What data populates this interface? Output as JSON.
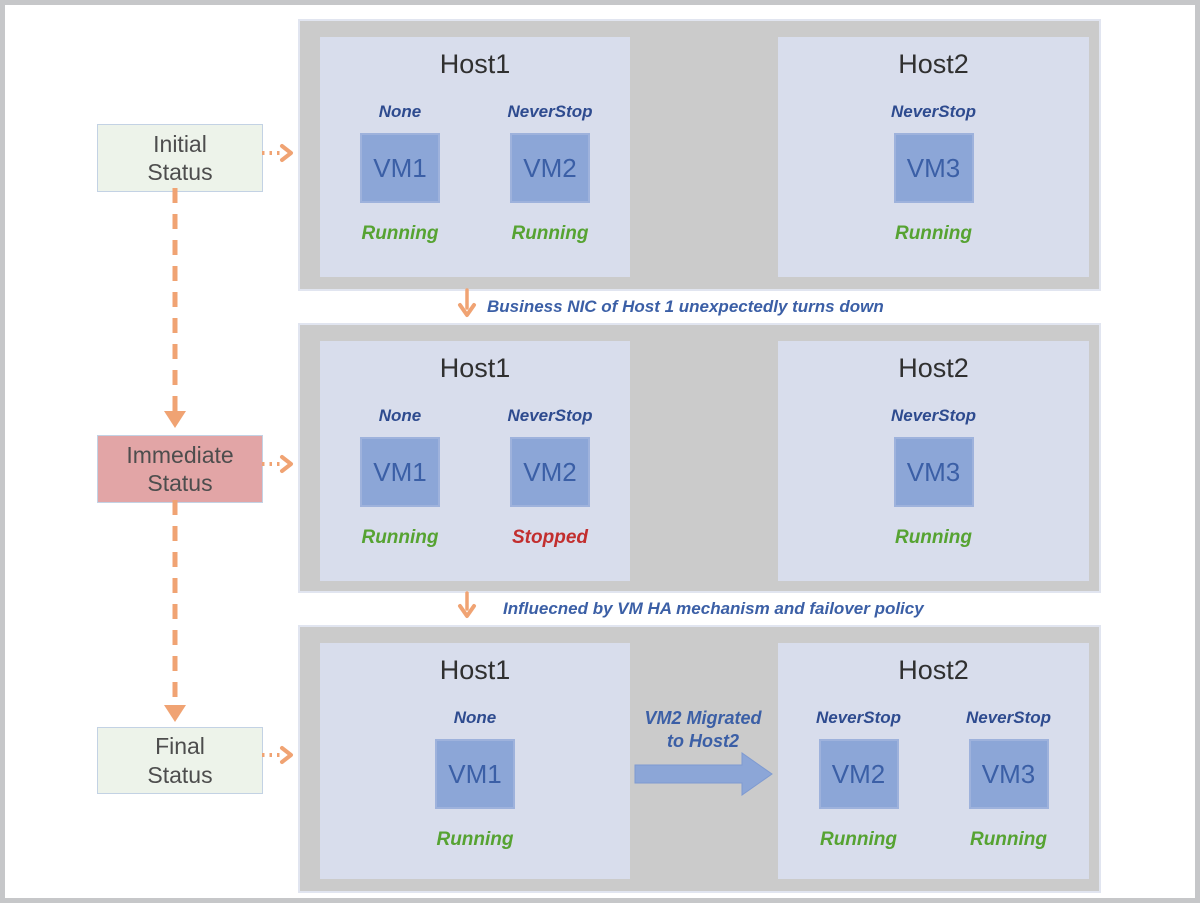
{
  "left_rail": {
    "items": [
      {
        "id": "initial",
        "label": "Initial\nStatus"
      },
      {
        "id": "immediate",
        "label": "Immediate\nStatus"
      },
      {
        "id": "final",
        "label": "Final\nStatus"
      }
    ]
  },
  "transitions": [
    {
      "text": "Business NIC of Host 1 unexpectedly turns down"
    },
    {
      "text": "Influecned by VM HA mechanism and failover policy"
    }
  ],
  "migration": {
    "text": "VM2 Migrated\nto Host2"
  },
  "panels": [
    {
      "hosts": [
        {
          "name": "Host1",
          "vms": [
            {
              "policy": "None",
              "name": "VM1",
              "status": "Running"
            },
            {
              "policy": "NeverStop",
              "name": "VM2",
              "status": "Running"
            }
          ]
        },
        {
          "name": "Host2",
          "vms": [
            {
              "policy": "NeverStop",
              "name": "VM3",
              "status": "Running"
            }
          ]
        }
      ]
    },
    {
      "hosts": [
        {
          "name": "Host1",
          "vms": [
            {
              "policy": "None",
              "name": "VM1",
              "status": "Running"
            },
            {
              "policy": "NeverStop",
              "name": "VM2",
              "status": "Stopped"
            }
          ]
        },
        {
          "name": "Host2",
          "vms": [
            {
              "policy": "NeverStop",
              "name": "VM3",
              "status": "Running"
            }
          ]
        }
      ]
    },
    {
      "hosts": [
        {
          "name": "Host1",
          "vms": [
            {
              "policy": "None",
              "name": "VM1",
              "status": "Running"
            }
          ]
        },
        {
          "name": "Host2",
          "vms": [
            {
              "policy": "NeverStop",
              "name": "VM2",
              "status": "Running"
            },
            {
              "policy": "NeverStop",
              "name": "VM3",
              "status": "Running"
            }
          ]
        }
      ]
    }
  ],
  "status_colors": {
    "Running": "#56a332",
    "Stopped": "#c22e2e"
  },
  "colors": {
    "arrow_orange": "#f0a373",
    "flow_blue": "#8ca6d7",
    "policy_blue": "#2e4b8f",
    "annotation_blue": "#3b5fa6",
    "panel_gray": "#cbcbcb",
    "host_bg": "#d8ddec",
    "stage_green": "#edf3ea",
    "stage_red": "#e2a5a6",
    "vm_blue": "#8ca6d7",
    "vm_text": "#3b5fa6",
    "frame_border": "#c6c7c9"
  }
}
